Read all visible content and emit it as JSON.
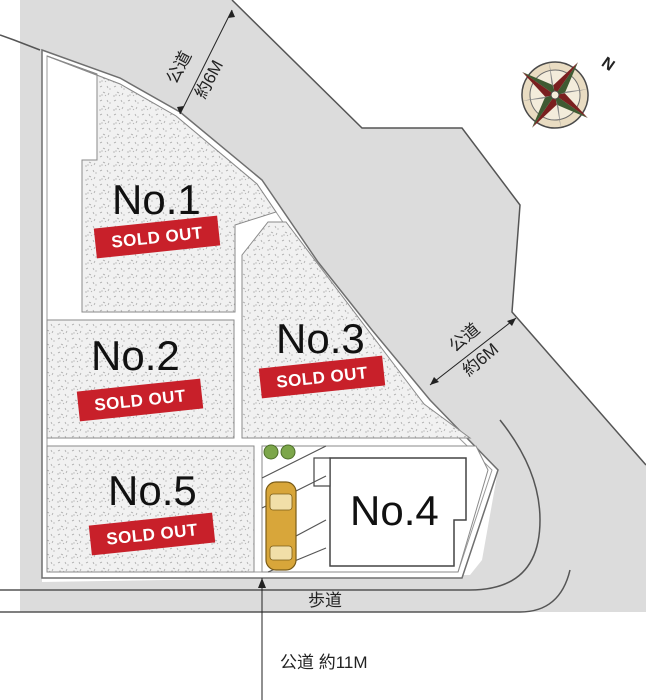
{
  "colors": {
    "road": "#dcdcdc",
    "lot_fill": "#f1f1f1",
    "lot_edge": "#9a9a9a",
    "badge": "#c8202a",
    "car": "#d8a63a",
    "shrub": "#7ca64a"
  },
  "roads": {
    "top_left": {
      "name": "公道",
      "width": "約6M"
    },
    "right": {
      "name": "公道",
      "width": "約6M"
    },
    "sidewalk": "歩道",
    "bottom": "公道 約11M"
  },
  "compass": {
    "north_label": "N",
    "icon": "compass-rose-icon"
  },
  "lots": [
    {
      "number": "No.1",
      "status": "SOLD OUT"
    },
    {
      "number": "No.2",
      "status": "SOLD OUT"
    },
    {
      "number": "No.3",
      "status": "SOLD OUT"
    },
    {
      "number": "No.4",
      "status": ""
    },
    {
      "number": "No.5",
      "status": "SOLD OUT"
    }
  ]
}
